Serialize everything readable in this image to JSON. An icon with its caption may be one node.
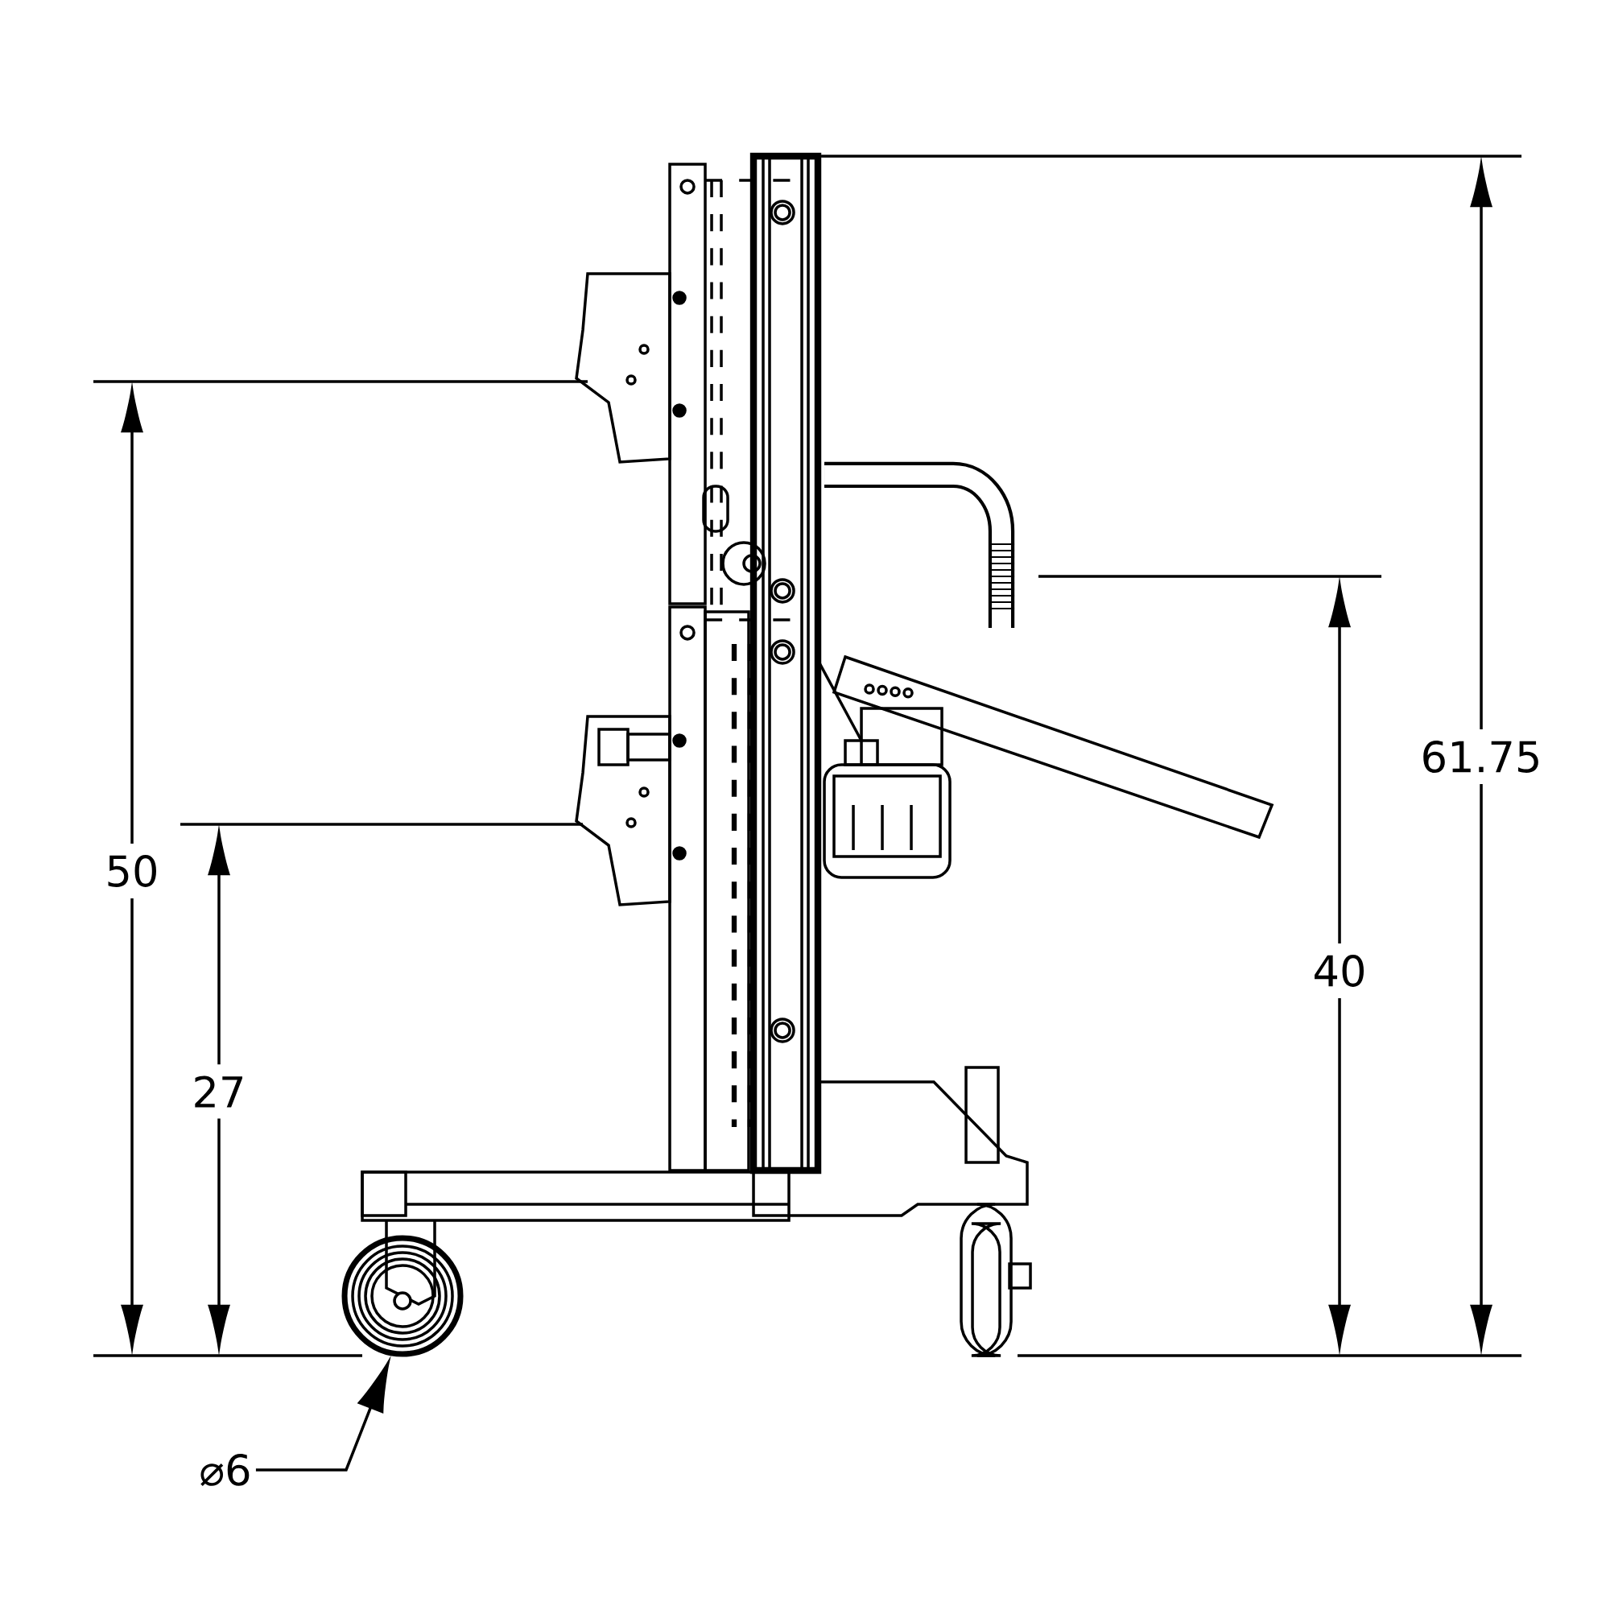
{
  "diagram": {
    "nodes": [
      {
        "text": [
          "⌀6"
        ]
      },
      {
        "text": [],
        "shape": "circle"
      }
    ],
    "edges": [
      {
        "from": 0,
        "to": 1,
        "arrow": "to"
      }
    ],
    "labels": [
      "61.75",
      "50",
      "40",
      "27"
    ]
  }
}
